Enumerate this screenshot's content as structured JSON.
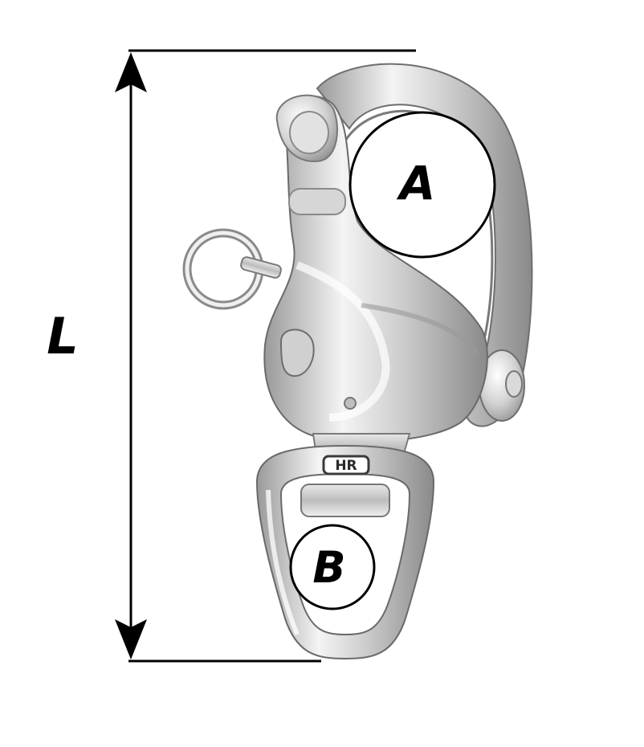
{
  "dimension": {
    "length_label": "L"
  },
  "markers": {
    "a_label": "A",
    "b_label": "B"
  },
  "logo_text": "HR",
  "colors": {
    "ink": "#000000",
    "metal_light": "#f2f2f2",
    "metal_mid": "#c9c9c9",
    "metal_dark": "#8c8c8c"
  }
}
